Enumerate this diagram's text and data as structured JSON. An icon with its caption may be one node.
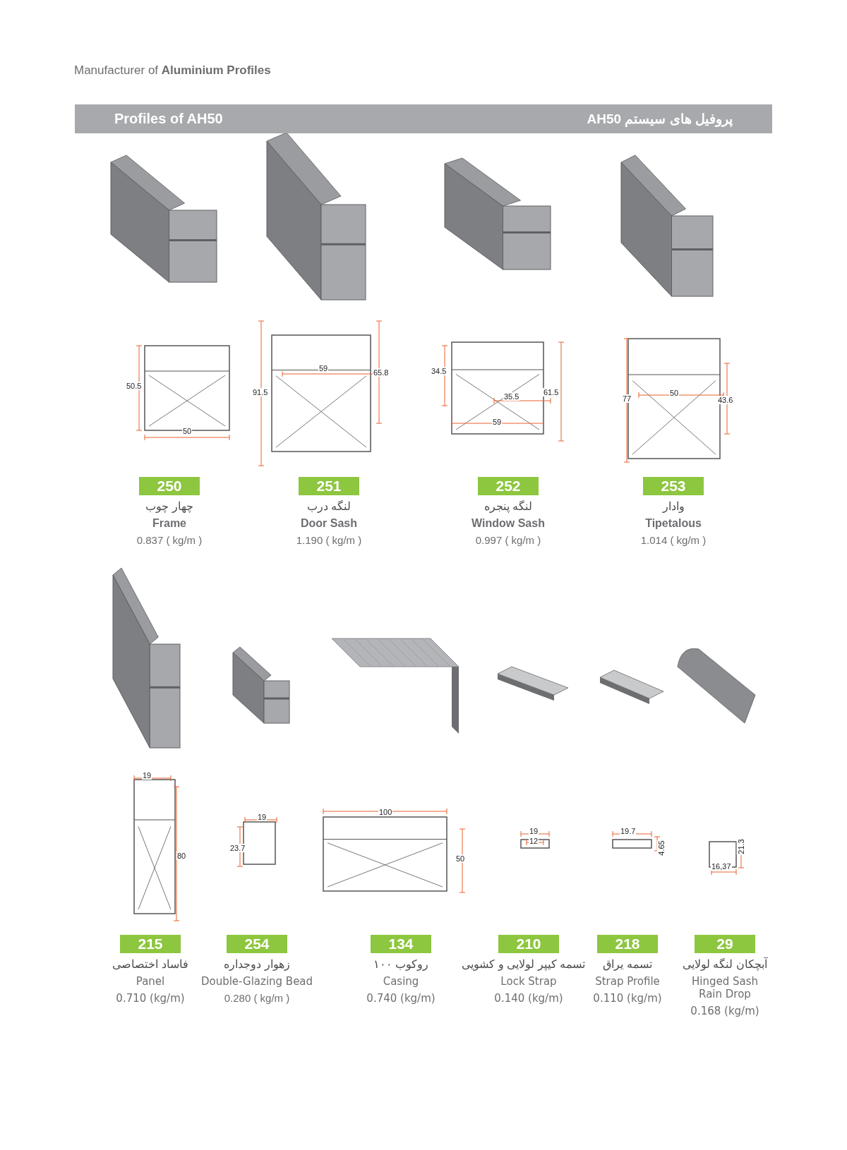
{
  "diagram": {
    "title": "Profiles of AH50",
    "nodes": [
      {
        "text": [
          "250"
        ],
        "beside": [
          "چهار چوب",
          "Frame",
          "0.837 ( kg/m )"
        ]
      },
      {
        "text": [
          "251"
        ],
        "beside": [
          "لنگه درب",
          "Door Sash",
          "1.190 ( kg/m )"
        ]
      },
      {
        "text": [
          "252"
        ],
        "beside": [
          "لنگه پنجره",
          "Window Sash",
          "0.997 ( kg/m )"
        ]
      },
      {
        "text": [
          "253"
        ],
        "beside": [
          "وادار",
          "Tipetalous",
          "1.014 ( kg/m )"
        ]
      },
      {
        "text": [
          "215"
        ],
        "beside": [
          "فاساد اختصاصی",
          "Panel",
          "0.710 (kg/m)"
        ]
      },
      {
        "text": [
          "254"
        ],
        "beside": [
          "زهوار دوجداره",
          "Double-Glazing Bead",
          "0.280 ( kg/m )"
        ]
      },
      {
        "text": [
          "134"
        ],
        "beside": [
          "روکوب ۱۰۰",
          "Casing",
          "0.740 (kg/m)"
        ]
      },
      {
        "text": [
          "210"
        ],
        "beside": [
          "تسمه کیپر لولایی و کشویی",
          "Lock Strap",
          "0.140 (kg/m)"
        ]
      },
      {
        "text": [
          "218"
        ],
        "beside": [
          "تسمه یراق",
          "Strap Profile",
          "0.110 (kg/m)"
        ]
      },
      {
        "text": [
          "29"
        ],
        "beside": [
          "آبچکان لنگه لولایی",
          "Hinged Sash Rain Drop",
          "0.168 (kg/m)"
        ]
      }
    ],
    "labels": [
      "Manufacturer of **Aluminium Profiles**",
      "پروفیل های سیستم AH50",
      "50.5",
      "50",
      "59",
      "65.8",
      "91.5",
      "34.5",
      "35.5",
      "61.5",
      "59",
      "77",
      "50",
      "43.6",
      "19",
      "80",
      "19",
      "23.7",
      "100",
      "50",
      "19",
      "12",
      "19.7",
      "4.65",
      "21.3",
      "16,37"
    ]
  }
}
